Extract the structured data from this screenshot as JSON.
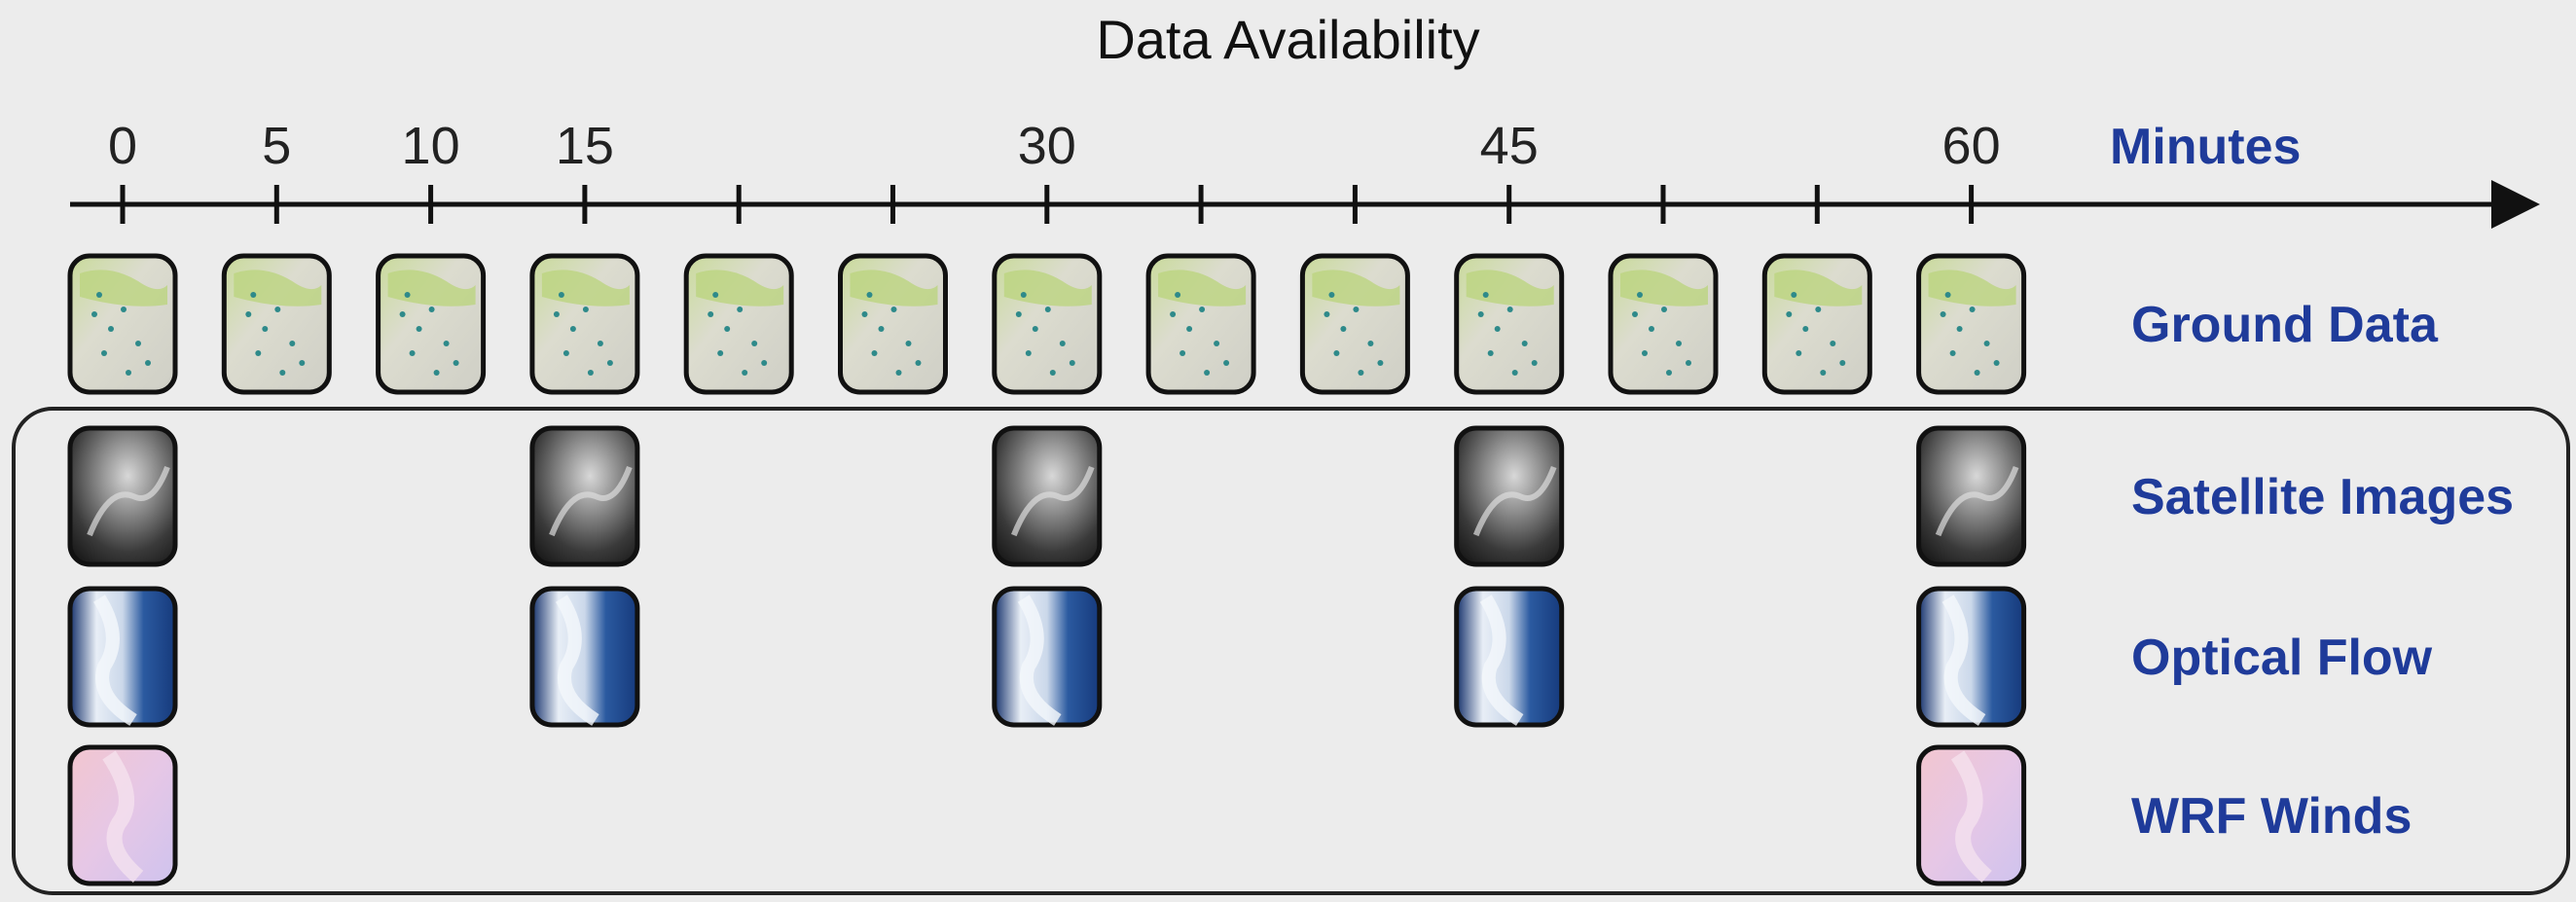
{
  "title": "Data Availability",
  "axis": {
    "unit_label": "Minutes",
    "tick_labels": [
      "0",
      "5",
      "10",
      "15",
      "",
      "",
      "30",
      "",
      "",
      "45",
      "",
      "",
      "60"
    ]
  },
  "rows": [
    {
      "label": "Ground Data",
      "kind": "ground",
      "present": [
        0,
        1,
        2,
        3,
        4,
        5,
        6,
        7,
        8,
        9,
        10,
        11,
        12
      ]
    },
    {
      "label": "Satellite Images",
      "kind": "satellite",
      "present": [
        0,
        3,
        6,
        9,
        12
      ]
    },
    {
      "label": "Optical Flow",
      "kind": "flow",
      "present": [
        0,
        3,
        6,
        9,
        12
      ]
    },
    {
      "label": "WRF Winds",
      "kind": "wrf",
      "present": [
        0,
        12
      ]
    }
  ],
  "colors": {
    "label": "#1f3b9a",
    "axis": "#111111",
    "ground": "#d6d6cc",
    "satellite": "#3a3a3a",
    "flow": "#1e3f7d",
    "wrf": "#e8c8de"
  }
}
